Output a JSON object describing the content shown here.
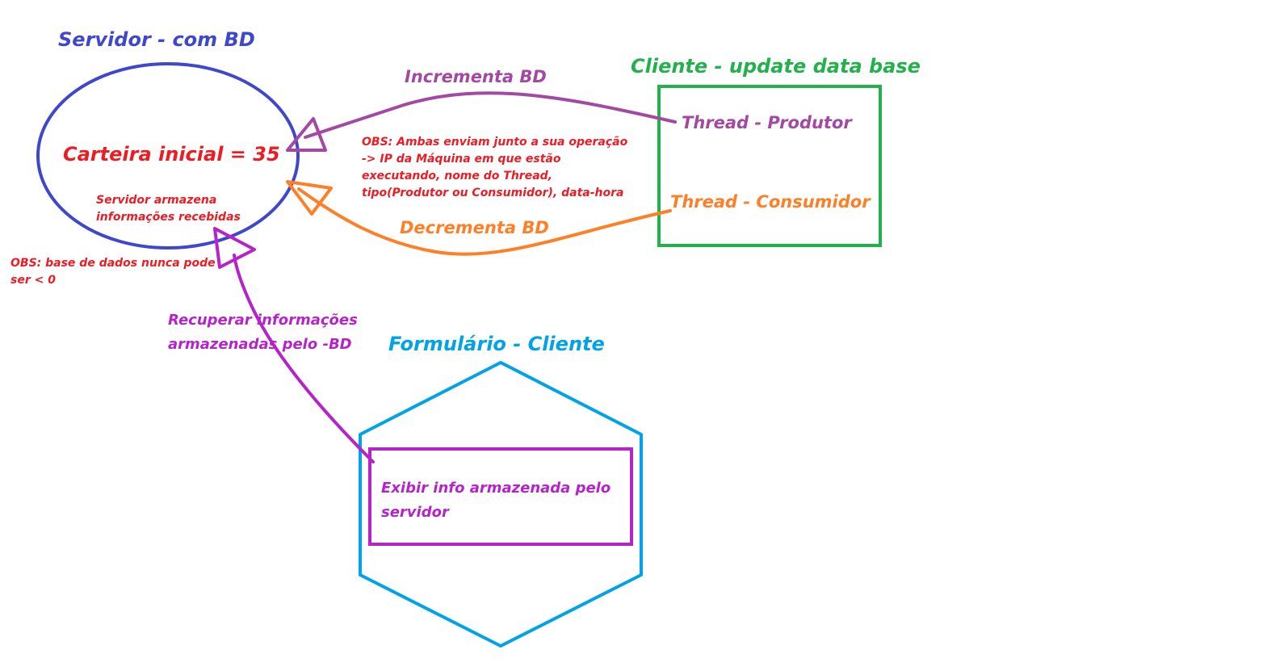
{
  "colors": {
    "server": "#3f48cc",
    "wallet": "#ed1c24",
    "client": "#22b14c",
    "producer": "#a349a4",
    "consumer": "#ff7f27",
    "form": "#00a2e8",
    "display": "#b523c9"
  },
  "server": {
    "title": "Servidor - com BD",
    "wallet_label": "Carteira inicial = 35",
    "store_line1": "Servidor armazena",
    "store_line2": "informações recebidas",
    "obs_line1": "OBS: base de dados nunca pode",
    "obs_line2": "ser < 0"
  },
  "client": {
    "title": "Cliente - update data base",
    "producer_label": "Thread - Produtor",
    "consumer_label": "Thread - Consumidor"
  },
  "arrows": {
    "increment_label": "Incrementa BD",
    "decrement_label": "Decrementa BD",
    "retrieve_line1": "Recuperar informações",
    "retrieve_line2": "armazenadas pelo -BD"
  },
  "obs_both": {
    "line1": "OBS: Ambas enviam junto a sua operação",
    "line2": "-> IP da Máquina em que estão",
    "line3": "executando, nome do Thread,",
    "line4": "tipo(Produtor ou Consumidor), data-hora"
  },
  "form": {
    "title": "Formulário - Cliente",
    "display_line1": "Exibir info armazenada pelo",
    "display_line2": "servidor"
  }
}
